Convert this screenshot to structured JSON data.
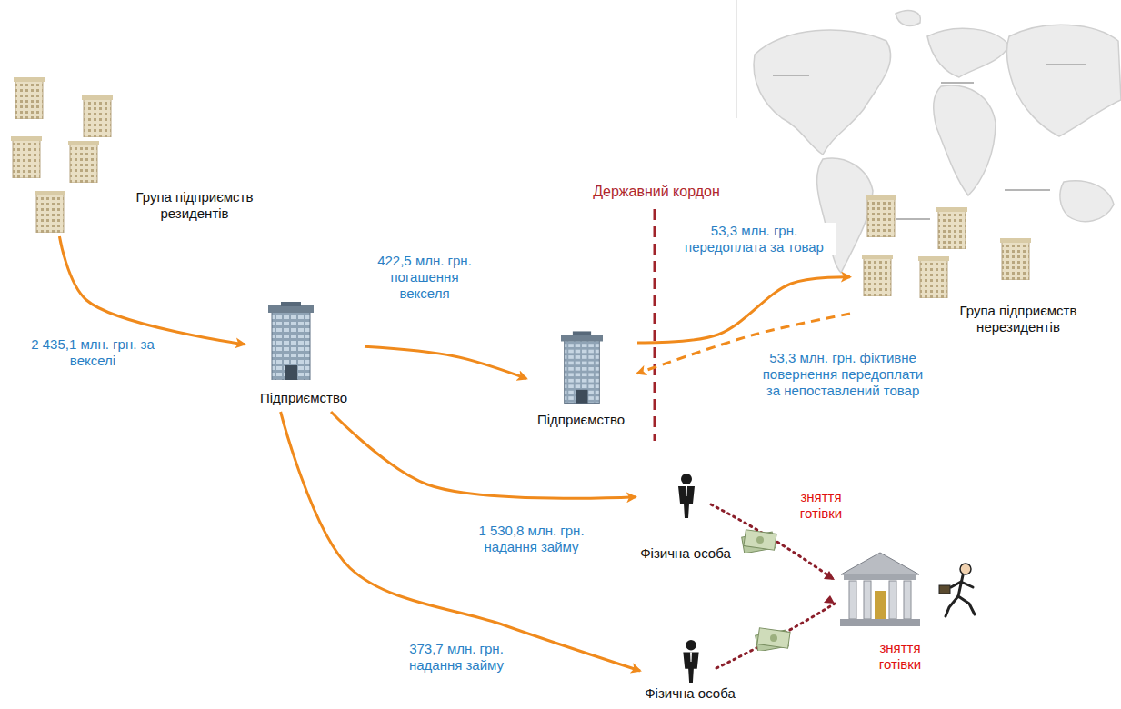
{
  "diagram": {
    "nodes": [
      {
        "text": [
          "Група підприємств резидентів"
        ]
      },
      {
        "text": [
          "Підприємство"
        ]
      },
      {
        "text": [
          "Підприємство"
        ]
      },
      {
        "text": [
          "Група підприємств нерезидентів"
        ]
      },
      {
        "text": [
          "Фізична особа"
        ]
      },
      {
        "text": [
          "Фізична особа"
        ]
      }
    ],
    "edges": [
      {
        "from": 0,
        "to": 1,
        "label": "2 435,1 млн. грн. за векселі",
        "arrow": "to"
      },
      {
        "from": 1,
        "to": 2,
        "label": "422,5 млн. грн. погашення векселя",
        "arrow": "to"
      },
      {
        "from": 2,
        "to": 3,
        "label": "53,3 млн. грн. передоплата за товар",
        "arrow": "to"
      },
      {
        "from": 3,
        "to": 2,
        "label": "53,3 млн. грн. фіктивне повернення передоплати за непоставлений товар",
        "arrow": "to"
      },
      {
        "from": 1,
        "to": 4,
        "label": "1 530,8 млн. грн. надання займу",
        "arrow": "to"
      },
      {
        "from": 1,
        "to": 5,
        "label": "373,7 млн. грн. надання займу",
        "arrow": "to"
      }
    ],
    "labels": [
      "Державний кордон",
      "зняття готівки",
      "зняття готівки"
    ]
  }
}
